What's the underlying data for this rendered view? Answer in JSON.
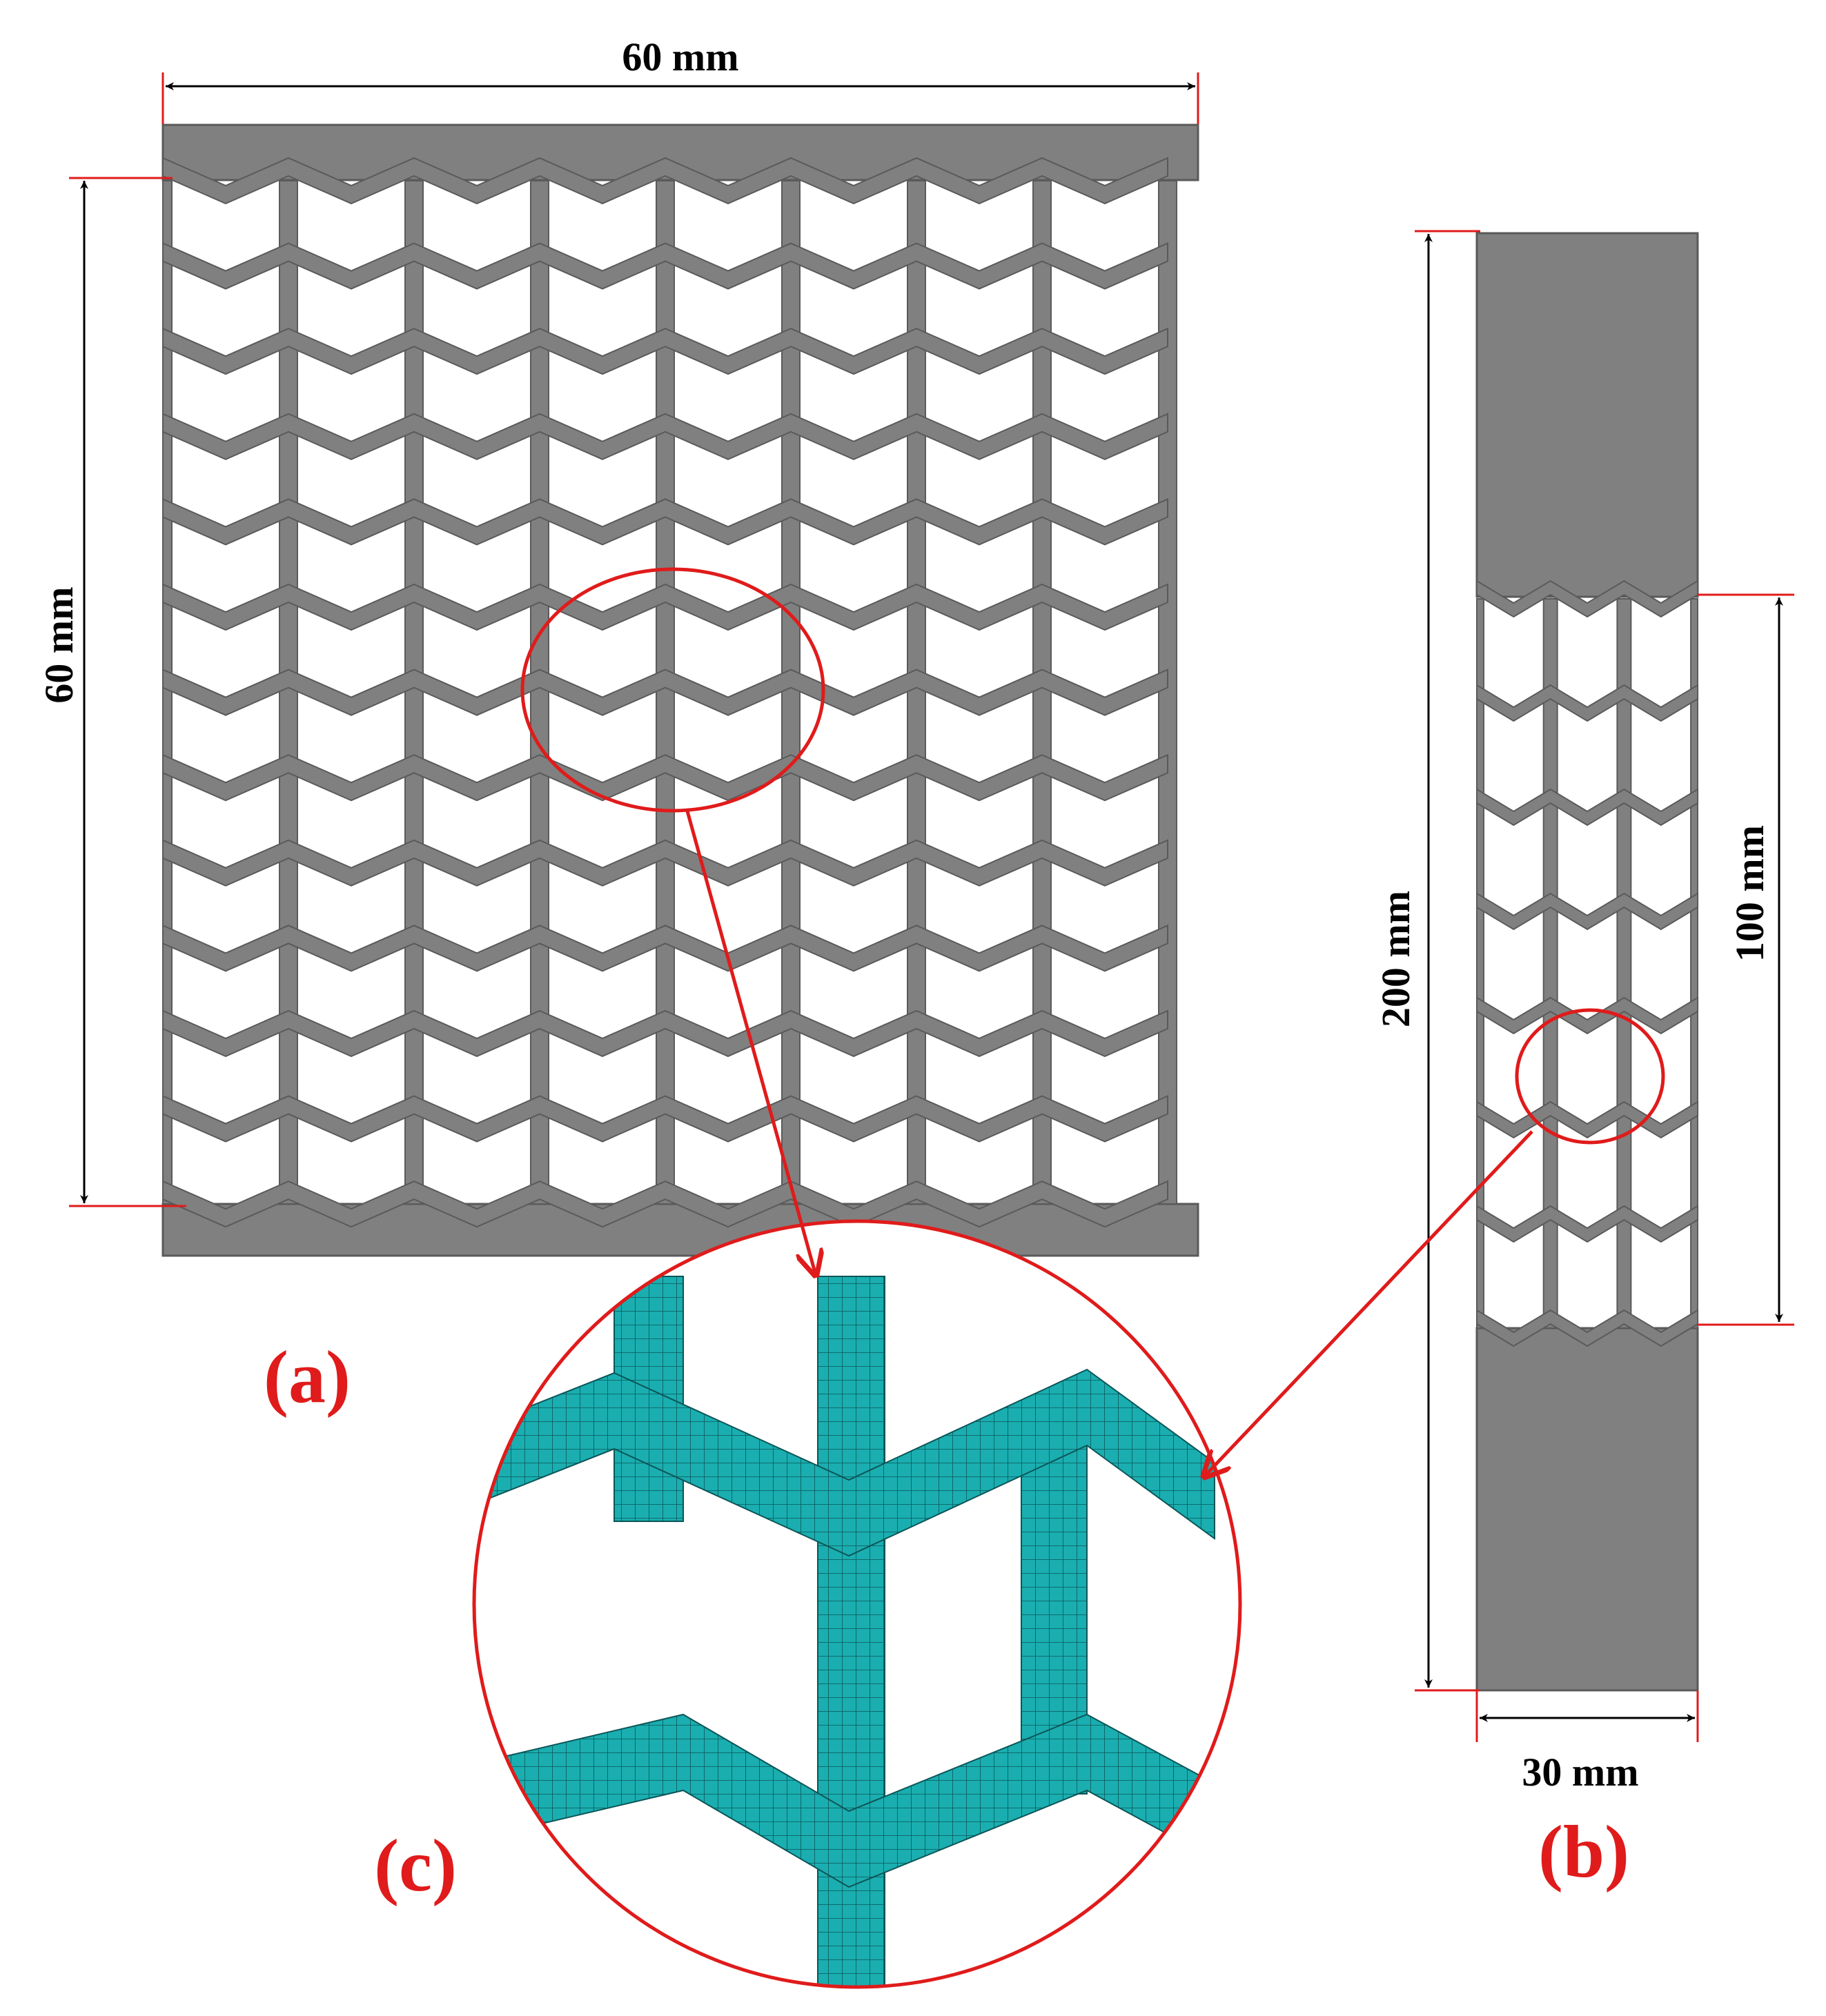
{
  "panels": {
    "a": {
      "label": "(a)",
      "width_text": "60 mm",
      "height_text": "60 mm"
    },
    "b": {
      "label": "(b)",
      "length_text": "200 mm",
      "gauge_text": "100 mm",
      "width_text": "30 mm"
    },
    "c": {
      "label": "(c)"
    }
  },
  "colors": {
    "solid": "#808080",
    "solid_edge": "#5a5a5a",
    "mesh": "#1aaeb0",
    "mesh_lines": "#0c5557",
    "callout": "#e01b1b",
    "label": "#e01b1b",
    "dimension": "#000000",
    "background": "#ffffff"
  }
}
